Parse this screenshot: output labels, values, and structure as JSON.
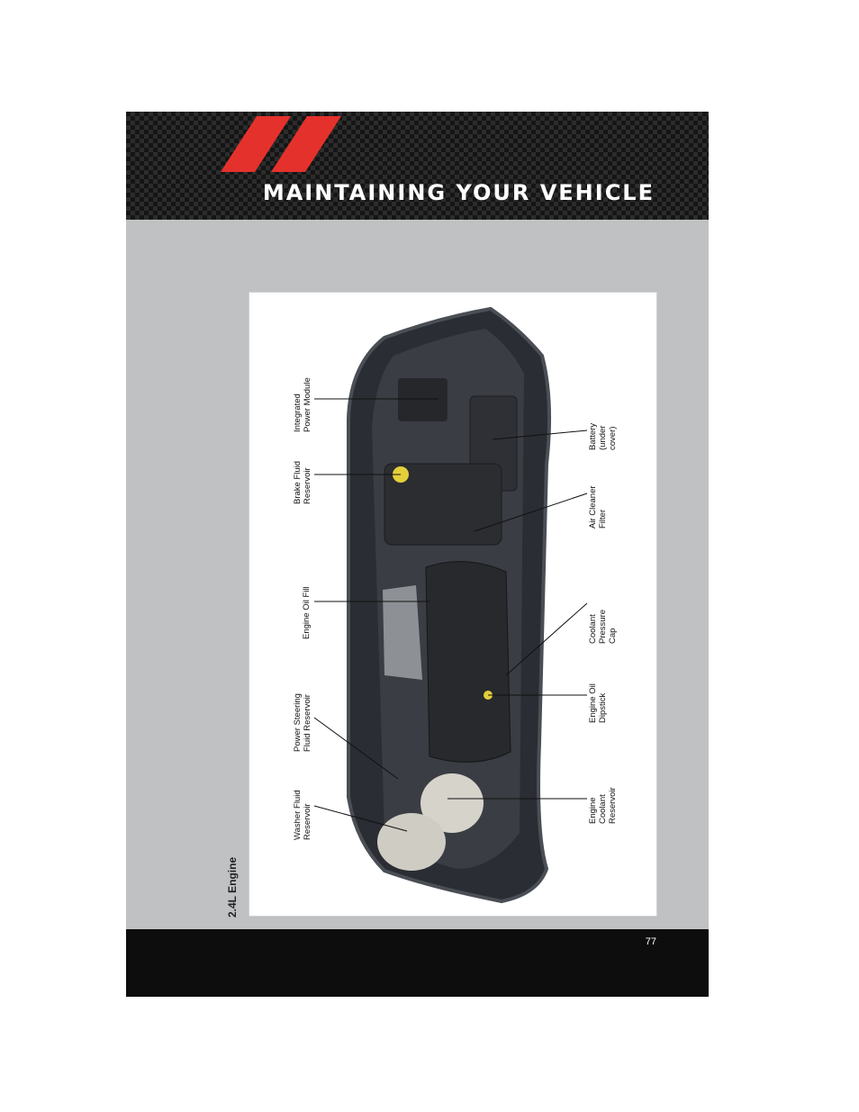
{
  "header": {
    "title": "MAINTAINING YOUR VEHICLE",
    "brand_color": "#e5312c"
  },
  "figure": {
    "caption": "2.4L Engine",
    "labels": {
      "integrated_power_module": "Integrated\nPower Module",
      "brake_fluid_reservoir": "Brake Fluid\nReservoir",
      "engine_oil_fill": "Engine Oil Fill",
      "power_steering_fluid_reservoir": "Power Steering\nFluid Reservoir",
      "washer_fluid_reservoir": "Washer Fluid\nReservoir",
      "battery": "Battery\n(under\ncover)",
      "air_cleaner_filter": "Air Cleaner\nFilter",
      "coolant_pressure_cap": "Coolant\nPressure\nCap",
      "engine_oil_dipstick": "Engine Oil\nDipstick",
      "engine_coolant_reservoir": "Engine\nCoolant\nReservoir"
    }
  },
  "footer": {
    "page_number": "77"
  }
}
